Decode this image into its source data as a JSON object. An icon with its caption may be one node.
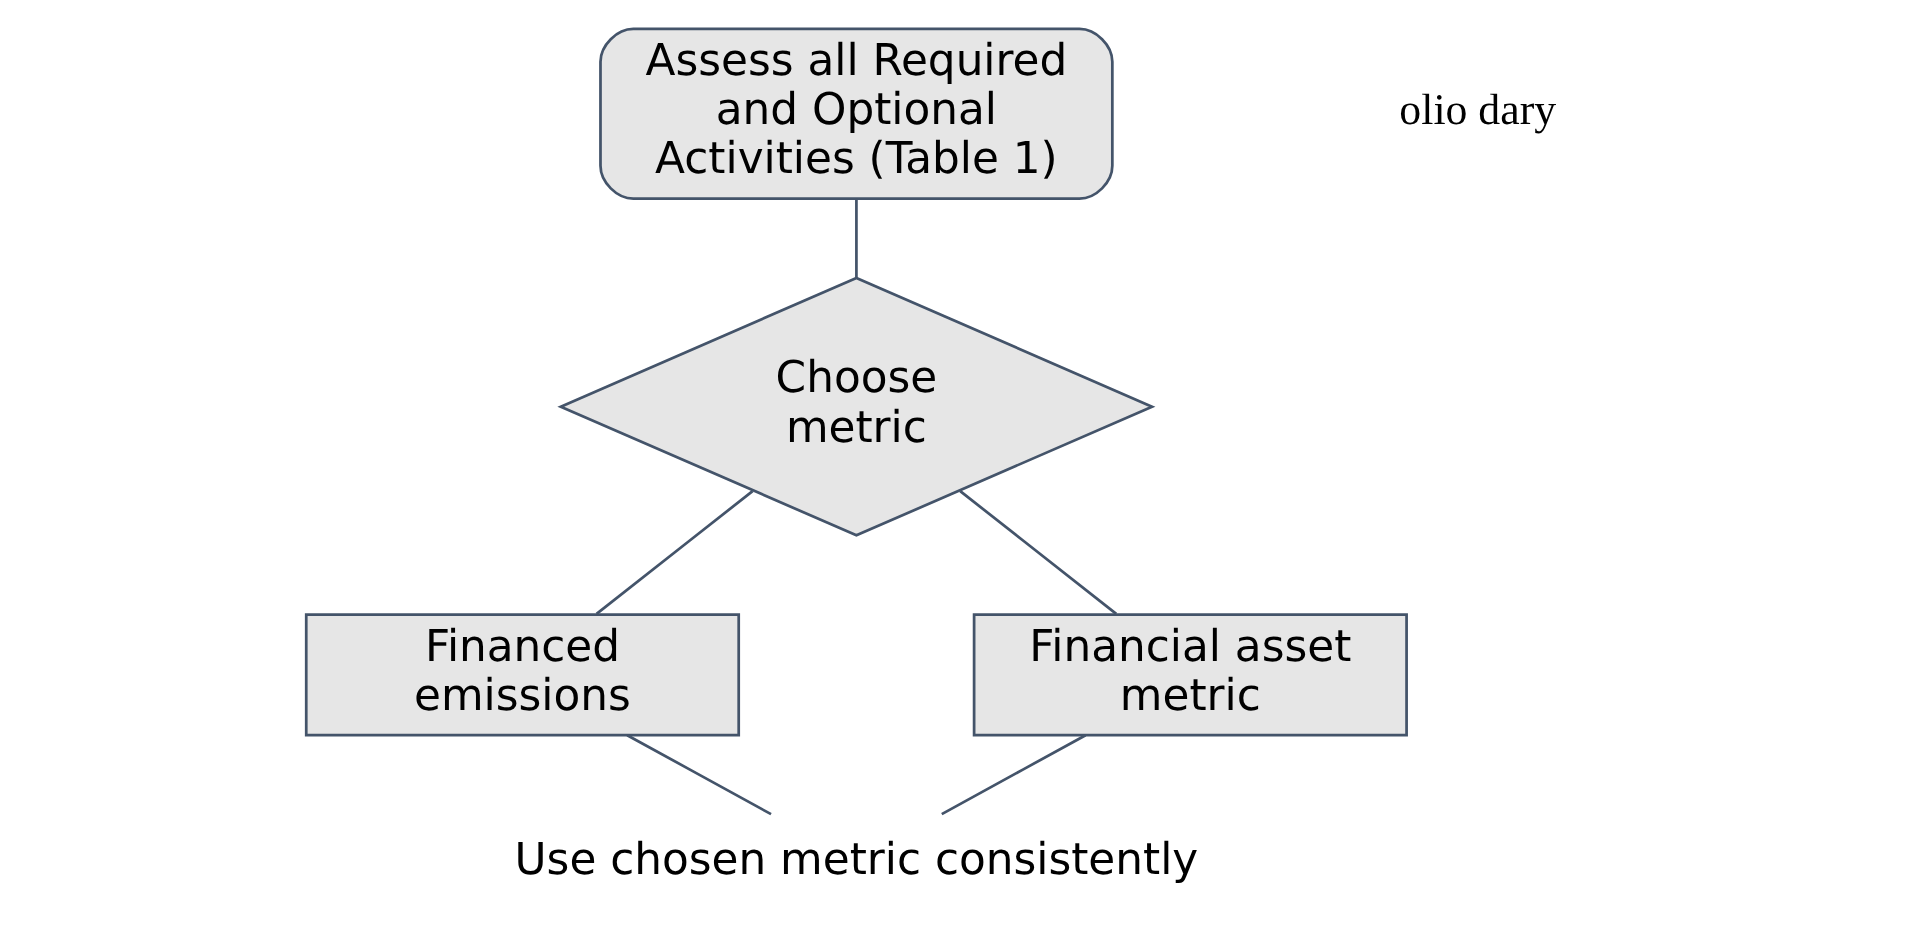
{
  "diagram": {
    "nodes": [
      {
        "text": [
          "Assess all Required and Optional Activities (Table 1)"
        ]
      },
      {
        "text": [
          "Choose metric"
        ]
      },
      {
        "text": [
          "Financed emissions"
        ]
      },
      {
        "text": [
          "Financial asset metric"
        ]
      },
      {
        "text": [
          "Use chosen metric consistently"
        ]
      }
    ],
    "edges": [
      {
        "from": 0,
        "to": 1,
        "arrow": "none"
      },
      {
        "from": 1,
        "to": 2,
        "arrow": "none"
      },
      {
        "from": 1,
        "to": 3,
        "arrow": "none"
      },
      {
        "from": 2,
        "to": 4,
        "arrow": "none"
      },
      {
        "from": 3,
        "to": 4,
        "arrow": "none"
      }
    ],
    "labels": [
      "olio dary"
    ]
  }
}
